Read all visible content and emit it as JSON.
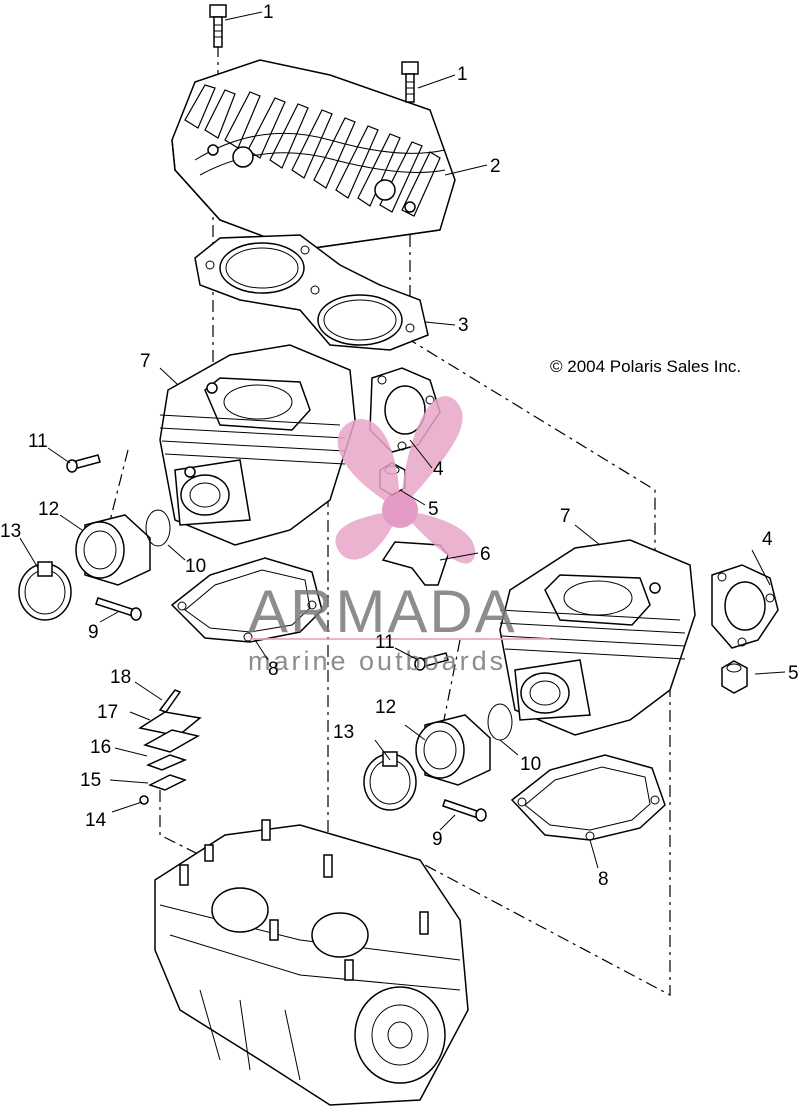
{
  "copyright": "© 2004 Polaris Sales Inc.",
  "watermark": {
    "title": "ARMADA",
    "subtitle": "marine outboards",
    "accent_color": "#e8a6c8",
    "text_color": "#7a7a7a"
  },
  "callouts": {
    "c1a": "1",
    "c1b": "1",
    "c2": "2",
    "c3": "3",
    "c4a": "4",
    "c4b": "4",
    "c5a": "5",
    "c5b": "5",
    "c6": "6",
    "c7a": "7",
    "c7b": "7",
    "c8a": "8",
    "c8b": "8",
    "c9a": "9",
    "c9b": "9",
    "c10a": "10",
    "c10b": "10",
    "c11a": "11",
    "c11b": "11",
    "c12a": "12",
    "c12b": "12",
    "c13a": "13",
    "c13b": "13",
    "c14": "14",
    "c15": "15",
    "c16": "16",
    "c17": "17",
    "c18": "18"
  }
}
